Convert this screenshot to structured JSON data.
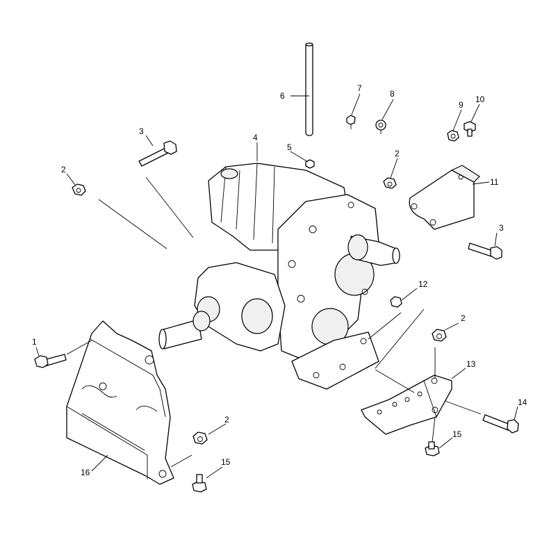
{
  "diagram": {
    "type": "exploded-parts-view",
    "callouts": [
      {
        "id": "c1",
        "label": "1"
      },
      {
        "id": "c2a",
        "label": "2"
      },
      {
        "id": "c2b",
        "label": "2"
      },
      {
        "id": "c2c",
        "label": "2"
      },
      {
        "id": "c2d",
        "label": "2"
      },
      {
        "id": "c3a",
        "label": "3"
      },
      {
        "id": "c3b",
        "label": "3"
      },
      {
        "id": "c4",
        "label": "4"
      },
      {
        "id": "c5",
        "label": "5"
      },
      {
        "id": "c6",
        "label": "6"
      },
      {
        "id": "c7",
        "label": "7"
      },
      {
        "id": "c8",
        "label": "8"
      },
      {
        "id": "c9",
        "label": "9"
      },
      {
        "id": "c10",
        "label": "10"
      },
      {
        "id": "c11",
        "label": "11"
      },
      {
        "id": "c12",
        "label": "12"
      },
      {
        "id": "c13",
        "label": "13"
      },
      {
        "id": "c14",
        "label": "14"
      },
      {
        "id": "c15a",
        "label": "15"
      },
      {
        "id": "c15b",
        "label": "15"
      },
      {
        "id": "c16",
        "label": "16"
      }
    ]
  }
}
